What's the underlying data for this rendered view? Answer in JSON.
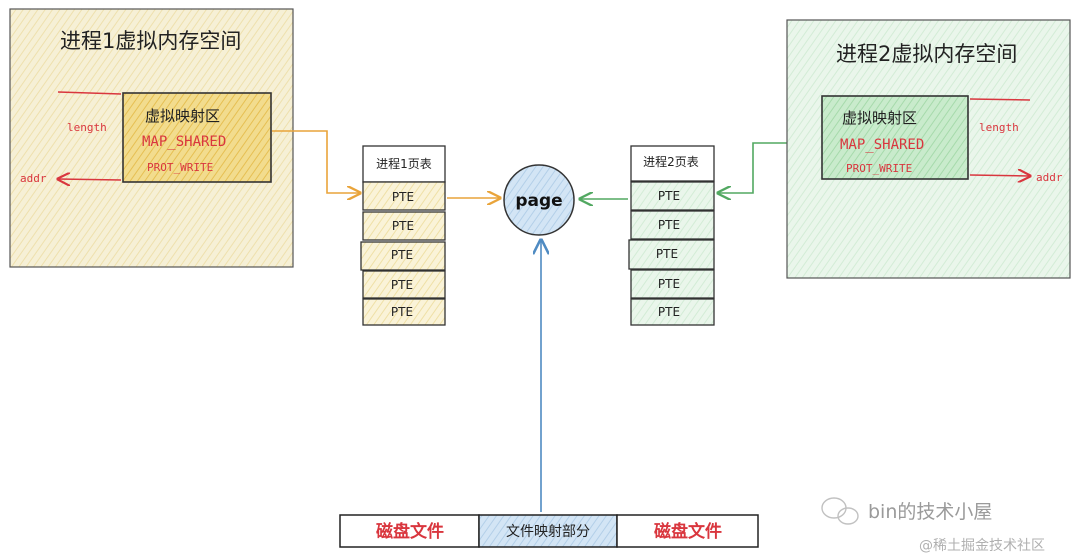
{
  "process1": {
    "title": "进程1虚拟内存空间",
    "region_title": "虚拟映射区",
    "flag1": "MAP_SHARED",
    "flag2": "PROT_WRITE",
    "length_label": "length",
    "addr_label": "addr",
    "page_table_title": "进程1页表",
    "pte_rows": [
      "PTE",
      "PTE",
      "PTE",
      "PTE",
      "PTE"
    ]
  },
  "process2": {
    "title": "进程2虚拟内存空间",
    "region_title": "虚拟映射区",
    "flag1": "MAP_SHARED",
    "flag2": "PROT_WRITE",
    "length_label": "length",
    "addr_label": "addr",
    "page_table_title": "进程2页表",
    "pte_rows": [
      "PTE",
      "PTE",
      "PTE",
      "PTE",
      "PTE"
    ]
  },
  "page_label": "page",
  "file": {
    "left_label": "磁盘文件",
    "mid_label": "文件映射部分",
    "right_label": "磁盘文件"
  },
  "watermark": {
    "brand": "bin的技术小屋",
    "source": "@稀土掘金技术社区"
  },
  "colors": {
    "yellow_bg": "#f6f0d6",
    "yellow_box": "#efd27a",
    "orange_arrow": "#e9a43a",
    "green_bg": "#e6f4e8",
    "green_box": "#bfe6c3",
    "green_arrow": "#52a861",
    "red": "#d9363e",
    "blue": "#a9c8e6",
    "blue_arrow": "#4f8bc2",
    "outline": "#333333"
  }
}
